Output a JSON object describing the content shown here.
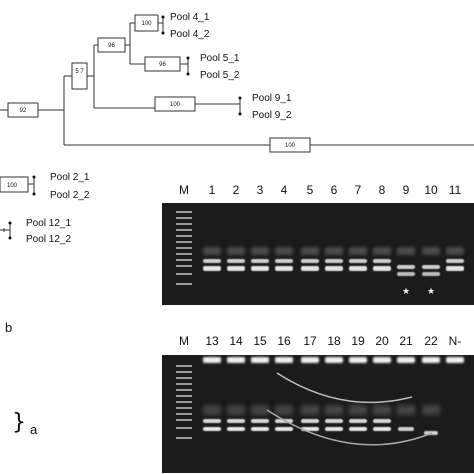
{
  "tree": {
    "leaves": [
      "Pool 4_1",
      "Pool 4_2",
      "Pool 5_1",
      "Pool 5_2",
      "Pool 9_1",
      "Pool 9_2",
      "Pool 2_1",
      "Pool 2_2",
      "Pool 12_1",
      "Pool 12_2"
    ],
    "bootstrap": [
      "100",
      "96",
      "96",
      "5\n7",
      "100",
      "92",
      "100",
      "100"
    ]
  },
  "gel_top": {
    "lane_labels": [
      "M",
      "1",
      "2",
      "3",
      "4",
      "5",
      "6",
      "7",
      "8",
      "9",
      "10",
      "11"
    ],
    "star_glyph": "★"
  },
  "gel_bottom": {
    "lane_labels": [
      "M",
      "13",
      "14",
      "15",
      "16",
      "17",
      "18",
      "19",
      "20",
      "21",
      "22",
      "N-"
    ]
  },
  "panel_letters": {
    "b": "b",
    "a": "a"
  },
  "brace_glyph": "}"
}
